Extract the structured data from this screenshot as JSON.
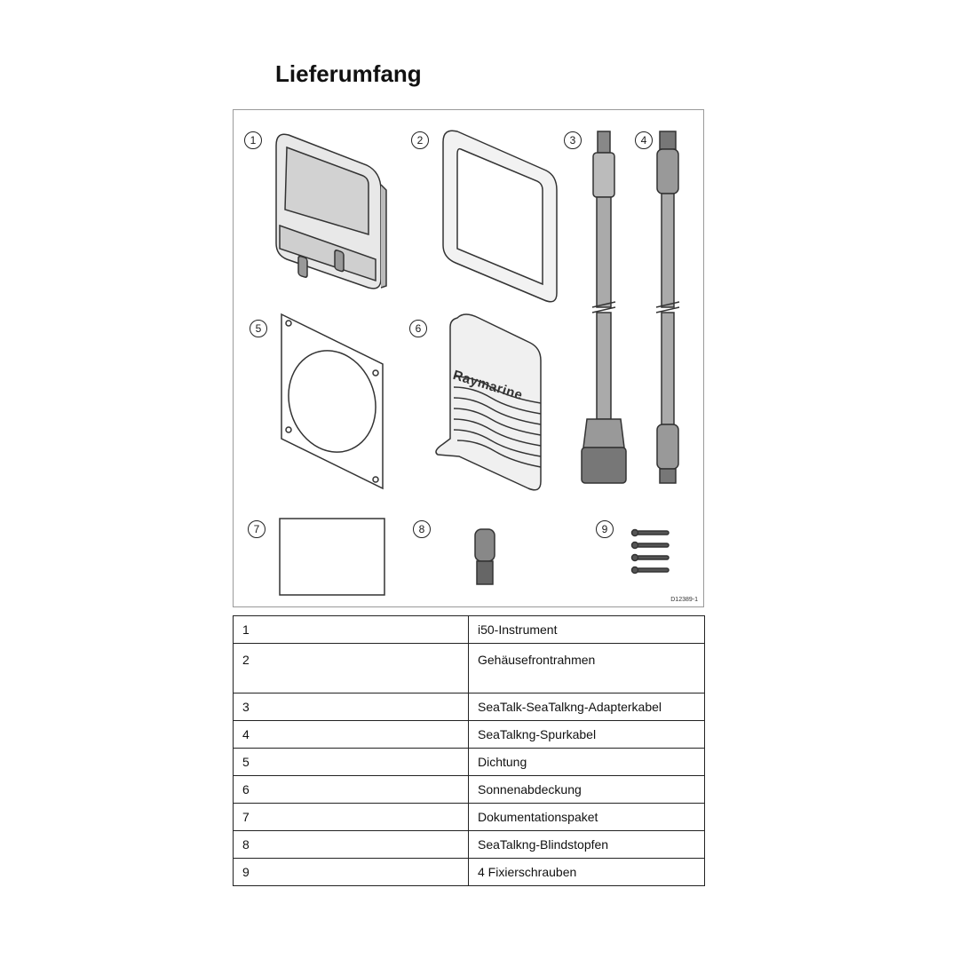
{
  "page_title": "Lieferumfang",
  "figure": {
    "code": "D12389-1",
    "brand_text": "Raymarine",
    "callouts": [
      "1",
      "2",
      "3",
      "4",
      "5",
      "6",
      "7",
      "8",
      "9"
    ]
  },
  "parts_table": [
    {
      "num": "1",
      "name": "i50-Instrument"
    },
    {
      "num": "2",
      "name": "Gehäusefrontrahmen"
    },
    {
      "num": "3",
      "name": "SeaTalk-SeaTalkng-Adapterkabel"
    },
    {
      "num": "4",
      "name": "SeaTalkng-Spurkabel"
    },
    {
      "num": "5",
      "name": "Dichtung"
    },
    {
      "num": "6",
      "name": "Sonnenabdeckung"
    },
    {
      "num": "7",
      "name": "Dokumentationspaket"
    },
    {
      "num": "8",
      "name": "SeaTalkng-Blindstopfen"
    },
    {
      "num": "9",
      "name": "4 Fixierschrauben"
    }
  ]
}
